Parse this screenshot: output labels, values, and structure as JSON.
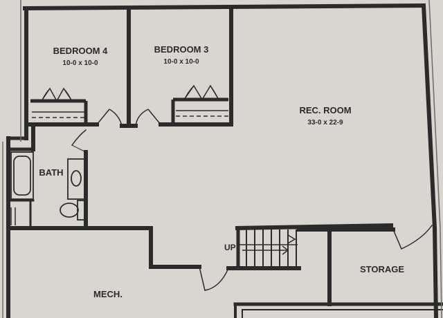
{
  "plan": {
    "paper_color": "#d9d7d3",
    "wall_color": "#2b2b2b",
    "rooms": [
      {
        "id": "bedroom-4",
        "name": "BEDROOM 4",
        "dim": "10-0 x 10-0"
      },
      {
        "id": "bedroom-3",
        "name": "BEDROOM 3",
        "dim": "10-0 x 10-0"
      },
      {
        "id": "rec-room",
        "name": "REC. ROOM",
        "dim": "33-0 x 22-9"
      },
      {
        "id": "bath",
        "name": "BATH",
        "dim": ""
      },
      {
        "id": "storage",
        "name": "STORAGE",
        "dim": ""
      },
      {
        "id": "mech",
        "name": "MECH.",
        "dim": ""
      }
    ],
    "stair_label": "UP",
    "fixtures": [
      "bathtub",
      "sink",
      "toilet",
      "closet-bedroom-4",
      "closet-bedroom-3",
      "stairs"
    ]
  }
}
